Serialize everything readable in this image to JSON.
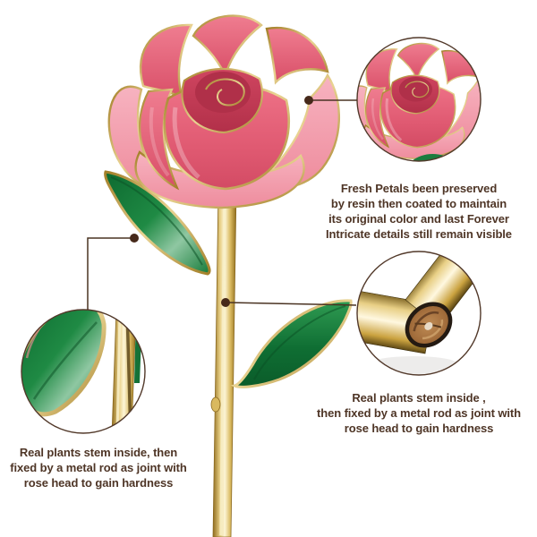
{
  "captions": {
    "petals": {
      "lines": [
        "Fresh Petals been preserved",
        "by resin then coated to maintain",
        "its original color and last Forever",
        "Intricate details still remain visible"
      ]
    },
    "stem": {
      "lines": [
        "Real plants stem inside ,",
        "then fixed by a metal rod as joint with",
        "rose head to gain hardness"
      ]
    },
    "leaf": {
      "lines": [
        "Real plants stem inside, then",
        "fixed by a metal rod as joint with",
        "rose head to gain hardness"
      ]
    }
  },
  "colors": {
    "background": "#ffffff",
    "caption_text": "#4e3526",
    "callout_line": "#4a3322",
    "callout_circle_border": "#52392a",
    "petal_pink": "#e05a72",
    "petal_light_pink": "#f2a0af",
    "petal_deep_pink": "#c13e58",
    "gold_trim": "#bf9a3e",
    "leaf_green": "#157a38",
    "stem_gold": "#e8cf85",
    "wood_core": "#a06b3a"
  }
}
